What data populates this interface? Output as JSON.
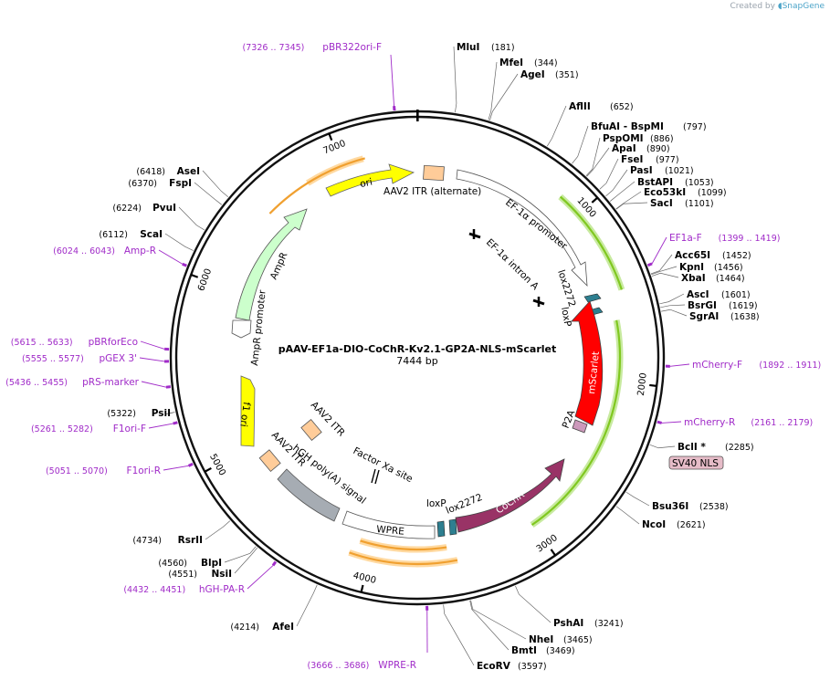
{
  "credit": {
    "prefix": "Created by",
    "brand": "SnapGene"
  },
  "plasmid": {
    "name": "pAAV-EF1a-DIO-CoChR-Kv2.1-GP2A-NLS-mScarlet",
    "length_label": "7444 bp",
    "length": 7444
  },
  "ticks": [
    {
      "pos": 1000,
      "label": "1000"
    },
    {
      "pos": 2000,
      "label": "2000"
    },
    {
      "pos": 3000,
      "label": "3000"
    },
    {
      "pos": 4000,
      "label": "4000"
    },
    {
      "pos": 5000,
      "label": "5000"
    },
    {
      "pos": 6000,
      "label": "6000"
    },
    {
      "pos": 7000,
      "label": "7000"
    }
  ],
  "sites": [
    {
      "name": "MluI",
      "pos_label": "(181)",
      "pos": 181
    },
    {
      "name": "MfeI",
      "pos_label": "(344)",
      "pos": 344
    },
    {
      "name": "AgeI",
      "pos_label": "(351)",
      "pos": 351
    },
    {
      "name": "AflII",
      "pos_label": "(652)",
      "pos": 652
    },
    {
      "name": "BfuAI - BspMI",
      "pos_label": "(797)",
      "pos": 797
    },
    {
      "name": "PspOMI",
      "pos_label": "(886)",
      "pos": 886
    },
    {
      "name": "ApaI",
      "pos_label": "(890)",
      "pos": 890
    },
    {
      "name": "FseI",
      "pos_label": "(977)",
      "pos": 977
    },
    {
      "name": "PasI",
      "pos_label": "(1021)",
      "pos": 1021
    },
    {
      "name": "BstAPI",
      "pos_label": "(1053)",
      "pos": 1053
    },
    {
      "name": "Eco53kI",
      "pos_label": "(1099)",
      "pos": 1099
    },
    {
      "name": "SacI",
      "pos_label": "(1101)",
      "pos": 1101
    },
    {
      "name": "Acc65I",
      "pos_label": "(1452)",
      "pos": 1452
    },
    {
      "name": "KpnI",
      "pos_label": "(1456)",
      "pos": 1456
    },
    {
      "name": "XbaI",
      "pos_label": "(1464)",
      "pos": 1464
    },
    {
      "name": "AscI",
      "pos_label": "(1601)",
      "pos": 1601
    },
    {
      "name": "BsrGI",
      "pos_label": "(1619)",
      "pos": 1619
    },
    {
      "name": "SgrAI",
      "pos_label": "(1638)",
      "pos": 1638
    },
    {
      "name": "BclI *",
      "pos_label": "(2285)",
      "pos": 2285
    },
    {
      "name": "Bsu36I",
      "pos_label": "(2538)",
      "pos": 2538
    },
    {
      "name": "NcoI",
      "pos_label": "(2621)",
      "pos": 2621
    },
    {
      "name": "PshAI",
      "pos_label": "(3241)",
      "pos": 3241
    },
    {
      "name": "NheI",
      "pos_label": "(3465)",
      "pos": 3465
    },
    {
      "name": "BmtI",
      "pos_label": "(3469)",
      "pos": 3469
    },
    {
      "name": "EcoRV",
      "pos_label": "(3597)",
      "pos": 3597
    },
    {
      "name": "AfeI",
      "pos_label": "(4214)",
      "pos": 4214
    },
    {
      "name": "NsiI",
      "pos_label": "(4551)",
      "pos": 4551
    },
    {
      "name": "BlpI",
      "pos_label": "(4560)",
      "pos": 4560
    },
    {
      "name": "RsrII",
      "pos_label": "(4734)",
      "pos": 4734
    },
    {
      "name": "PsiI",
      "pos_label": "(5322)",
      "pos": 5322
    },
    {
      "name": "ScaI",
      "pos_label": "(6112)",
      "pos": 6112
    },
    {
      "name": "PvuI",
      "pos_label": "(6224)",
      "pos": 6224
    },
    {
      "name": "FspI",
      "pos_label": "(6370)",
      "pos": 6370
    },
    {
      "name": "AseI",
      "pos_label": "(6418)",
      "pos": 6418
    }
  ],
  "primers": [
    {
      "name": "pBR322ori-F",
      "range": "(7326 .. 7345)",
      "pos": 7335
    },
    {
      "name": "EF1a-F",
      "range": "(1399 .. 1419)",
      "pos": 1409
    },
    {
      "name": "mCherry-F",
      "range": "(1892 .. 1911)",
      "pos": 1901
    },
    {
      "name": "mCherry-R",
      "range": "(2161 .. 2179)",
      "pos": 2170
    },
    {
      "name": "WPRE-R",
      "range": "(3666 .. 3686)",
      "pos": 3676
    },
    {
      "name": "hGH-PA-R",
      "range": "(4432 .. 4451)",
      "pos": 4441
    },
    {
      "name": "F1ori-R",
      "range": "(5051 .. 5070)",
      "pos": 5060
    },
    {
      "name": "F1ori-F",
      "range": "(5261 .. 5282)",
      "pos": 5271
    },
    {
      "name": "pRS-marker",
      "range": "(5436 .. 5455)",
      "pos": 5445
    },
    {
      "name": "pGEX 3'",
      "range": "(5555 .. 5577)",
      "pos": 5566
    },
    {
      "name": "pBRforEco",
      "range": "(5615 .. 5633)",
      "pos": 5624
    },
    {
      "name": "Amp-R",
      "range": "(6024 .. 6043)",
      "pos": 6033
    }
  ],
  "features": {
    "ori": "ori",
    "aav2_itr_alt": "AAV2 ITR (alternate)",
    "ef1a_promoter": "EF-1α promoter",
    "ef1a_intron": "EF-1α intron A",
    "lox2272_a": "lox2272",
    "loxp_a": "loxP",
    "mscarlet": "mScarlet",
    "p2a": "P2A",
    "sv40_nls": "SV40 NLS",
    "cochr": "CoChR",
    "lox2272_b": "lox2272",
    "loxp_b": "loxP",
    "wpre": "WPRE",
    "factor_xa": "Factor Xa site",
    "hgh_polya": "hGH poly(A) signal",
    "aav2_itr_b": "AAV2 ITR",
    "aav2_itr_c": "AAV2 ITR",
    "f1_ori": "f1 ori",
    "ampr_promoter": "AmpR promoter",
    "ampr": "AmpR"
  },
  "colors": {
    "backbone": "#111111",
    "ori": "#ffff00",
    "itr": "#ffcc99",
    "promoter_white": "#ffffff",
    "mscarlet": "#ff0000",
    "cochr": "#993366",
    "ampr": "#ccffcc",
    "wpre": "#ffffff",
    "polya": "#a6acb3",
    "lox": "#2e7f90",
    "p2a": "#cc99bb",
    "nls_tag": "#e6bcc8",
    "orf_orange": "#f0a030",
    "orf_green": "#80c820",
    "primer": "#a02bc8"
  }
}
